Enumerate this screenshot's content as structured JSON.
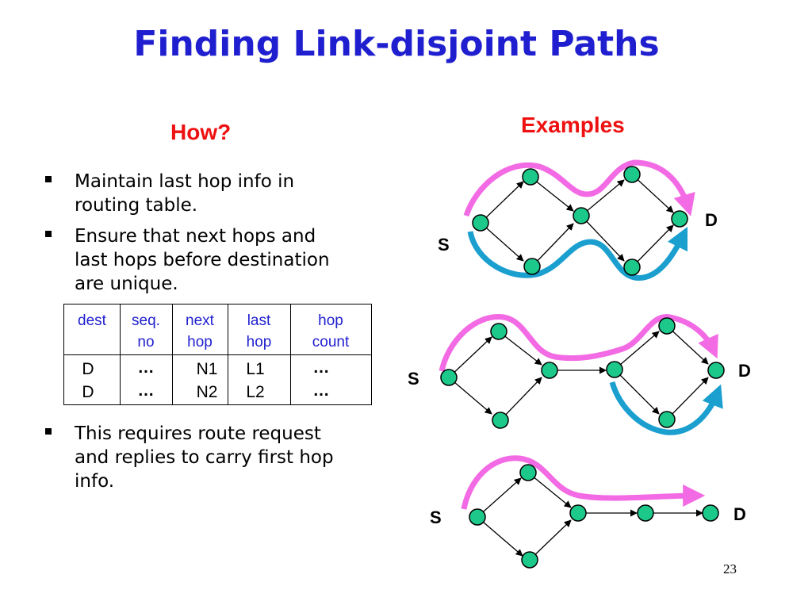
{
  "title": "Finding Link-disjoint Paths",
  "how_heading": "How?",
  "examples_heading": "Examples",
  "bullets": [
    [
      "Maintain last hop info in",
      "routing table."
    ],
    [
      "Ensure that next hops and",
      "last hops before destination",
      "are unique."
    ],
    [
      "This requires route request",
      "and replies to carry first hop",
      "info."
    ]
  ],
  "table": {
    "headers": [
      [
        "dest",
        ""
      ],
      [
        "seq.",
        "no"
      ],
      [
        "next",
        "hop"
      ],
      [
        "last",
        "hop"
      ],
      [
        "hop",
        "count"
      ]
    ],
    "rows": [
      [
        "D",
        "…",
        "N1",
        "L1",
        "…"
      ],
      [
        "D",
        "…",
        "N2",
        "L2",
        "…"
      ]
    ]
  },
  "labels": {
    "source": "S",
    "dest": "D"
  },
  "page_number": "23",
  "colors": {
    "title": "#1f1fd0",
    "heading": "#ee1111",
    "node": "#1cc98a",
    "path_pink": "#f36be4",
    "path_blue": "#1a9fcf"
  }
}
